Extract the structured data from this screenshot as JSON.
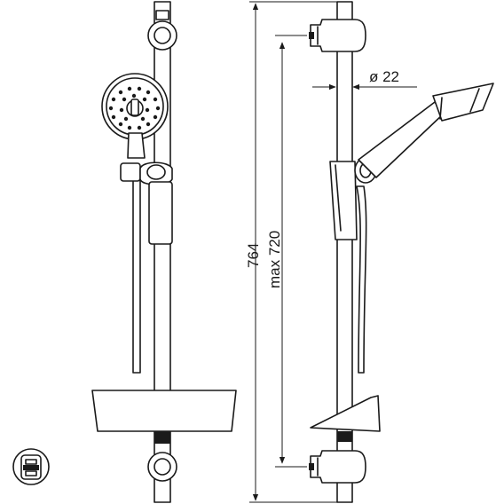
{
  "dimensions": {
    "overall_height": "764",
    "bar_spacing": "max 720",
    "bar_diameter": "ø 22"
  },
  "views": {
    "front": "front-view",
    "side": "side-view"
  },
  "icons": {
    "mark": "certification-mark-icon"
  }
}
